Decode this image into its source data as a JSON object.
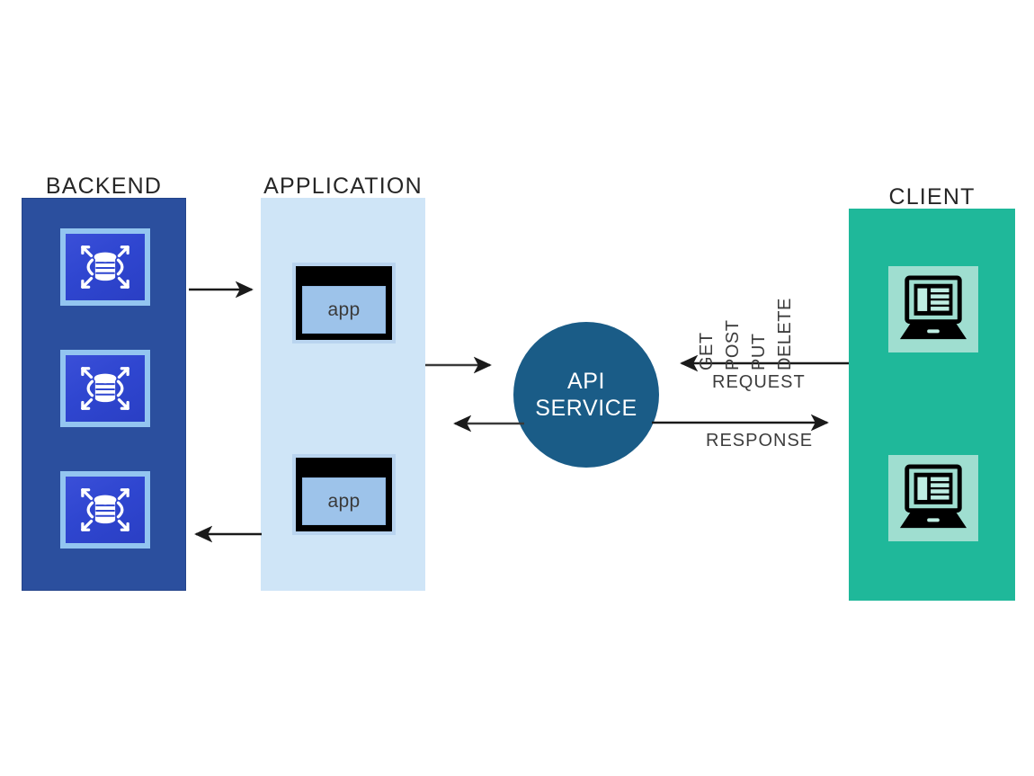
{
  "diagram": {
    "title": "API Service Architecture",
    "background": "#ffffff"
  },
  "columns": {
    "backend": {
      "label": "BACKEND",
      "color": "#2b4f9e",
      "icon": "scalable-database-icon",
      "node_count": 3
    },
    "application": {
      "label": "APPLICATION",
      "color": "#cfe5f7",
      "app_label_1": "app",
      "app_label_2": "app",
      "node_count": 2
    },
    "client": {
      "label": "CLIENT",
      "color": "#1fb89a",
      "icon": "laptop-dashboard-icon",
      "node_count": 2
    }
  },
  "api_service": {
    "line1": "API",
    "line2": "SERVICE",
    "color": "#1a5c87",
    "text_color": "#ffffff"
  },
  "flows": {
    "request_label": "REQUEST",
    "response_label": "RESPONSE",
    "methods": [
      "GET",
      "POST",
      "PUT",
      "DELETE"
    ],
    "arrow_color": "#1a1a1a"
  }
}
